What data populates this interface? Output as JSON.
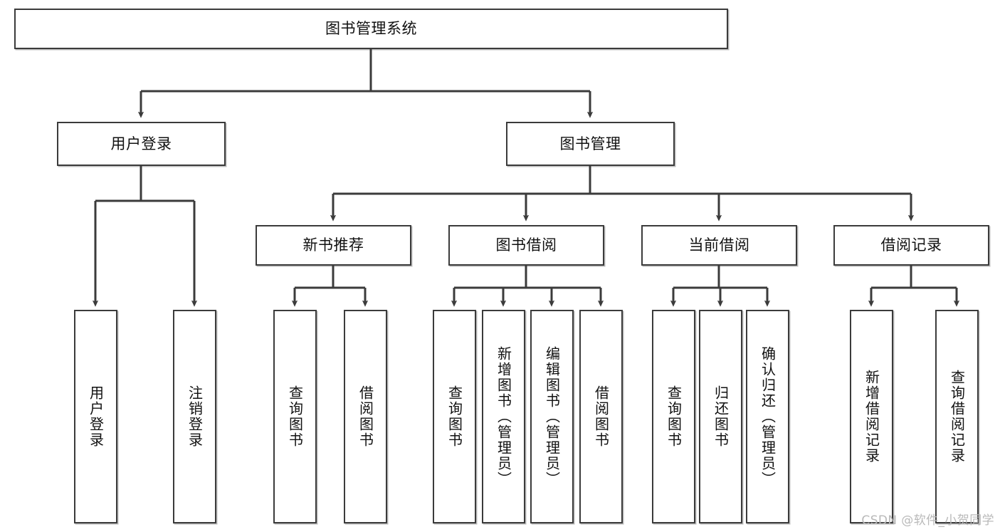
{
  "diagram": {
    "type": "tree-hierarchy",
    "title": "图书管理系统",
    "watermark": "CSDN @软件_小贺同学",
    "colors": {
      "box_border": "#3b3b3b",
      "box_fill": "#ffffff",
      "connector": "#3b3b3b",
      "text": "#111111",
      "watermark": "#b9b9b9",
      "background": "#ffffff"
    },
    "nodes": {
      "root": {
        "label": "图书管理系统",
        "orientation": "horizontal"
      },
      "level2": [
        {
          "id": "user-login",
          "label": "用户登录",
          "orientation": "horizontal"
        },
        {
          "id": "book-manage",
          "label": "图书管理",
          "orientation": "horizontal"
        }
      ],
      "level3": [
        {
          "id": "new-book-recommend",
          "label": "新书推荐",
          "orientation": "horizontal"
        },
        {
          "id": "book-borrow",
          "label": "图书借阅",
          "orientation": "horizontal"
        },
        {
          "id": "current-borrow",
          "label": "当前借阅",
          "orientation": "horizontal"
        },
        {
          "id": "borrow-record",
          "label": "借阅记录",
          "orientation": "horizontal"
        }
      ],
      "leaves": {
        "user-login": [
          {
            "id": "leaf-user-login",
            "label": "用户登录",
            "orientation": "vertical"
          },
          {
            "id": "leaf-logout-login",
            "label": "注销登录",
            "orientation": "vertical"
          }
        ],
        "new-book-recommend": [
          {
            "id": "leaf-query-book-1",
            "label": "查询图书",
            "orientation": "vertical"
          },
          {
            "id": "leaf-borrow-book-1",
            "label": "借阅图书",
            "orientation": "vertical"
          }
        ],
        "book-borrow": [
          {
            "id": "leaf-query-book-2",
            "label": "查询图书",
            "orientation": "vertical"
          },
          {
            "id": "leaf-add-book",
            "label": "新增图书（管理员）",
            "orientation": "vertical"
          },
          {
            "id": "leaf-edit-book",
            "label": "编辑图书（管理员）",
            "orientation": "vertical"
          },
          {
            "id": "leaf-borrow-book-2",
            "label": "借阅图书",
            "orientation": "vertical"
          }
        ],
        "current-borrow": [
          {
            "id": "leaf-query-book-3",
            "label": "查询图书",
            "orientation": "vertical"
          },
          {
            "id": "leaf-return-book",
            "label": "归还图书",
            "orientation": "vertical"
          },
          {
            "id": "leaf-confirm-return",
            "label": "确认归还（管理员）",
            "orientation": "vertical"
          }
        ],
        "borrow-record": [
          {
            "id": "leaf-add-record",
            "label": "新增借阅记录",
            "orientation": "vertical"
          },
          {
            "id": "leaf-query-record",
            "label": "查询借阅记录",
            "orientation": "vertical"
          }
        ]
      }
    }
  }
}
